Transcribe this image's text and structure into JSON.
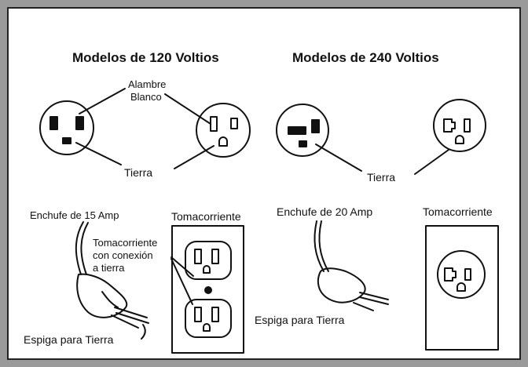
{
  "titles": {
    "left": "Modelos de 120 Voltios",
    "right": "Modelos de 240 Voltios"
  },
  "labels": {
    "alambre_blanco_1": "Alambre",
    "alambre_blanco_2": "Blanco",
    "tierra_120": "Tierra",
    "tierra_240": "Tierra",
    "enchufe_15": "Enchufe de 15 Amp",
    "tomacorriente_left": "Tomacorriente",
    "tomacorriente_conexion_1": "Tomacorriente",
    "tomacorriente_conexion_2": "con conexión",
    "tomacorriente_conexion_3": "a tierra",
    "enchufe_20": "Enchufe de 20 Amp",
    "tomacorriente_right": "Tomacorriente",
    "espiga_left": "Espiga para Tierra",
    "espiga_right": "Espiga para Tierra"
  },
  "colors": {
    "frame": "#9a9a9a",
    "ink": "#111111"
  }
}
